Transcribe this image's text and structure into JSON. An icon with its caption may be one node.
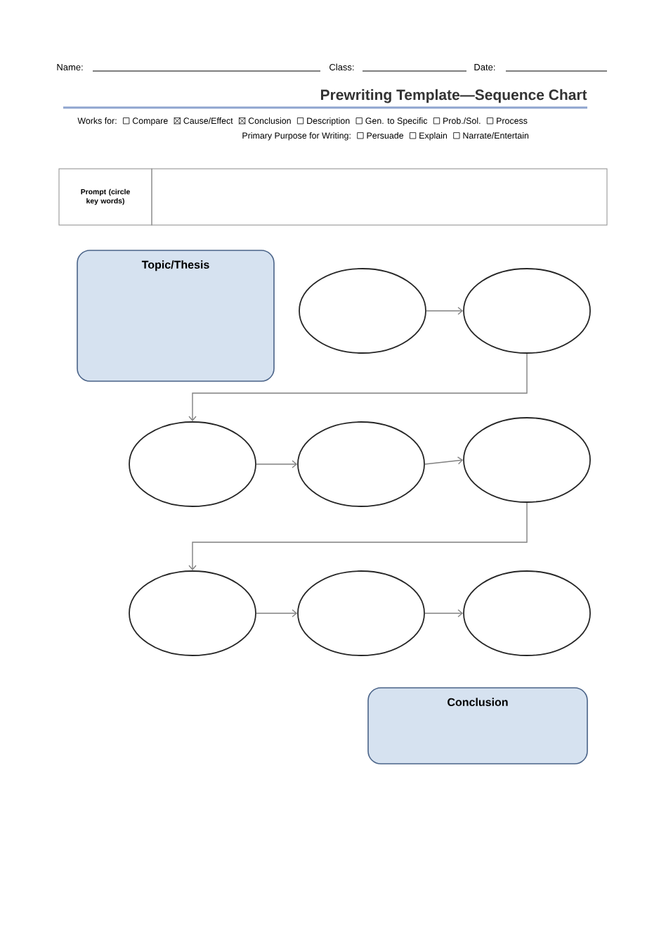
{
  "diagram": {
    "title": "Prewriting Template—Sequence Chart",
    "nodes": [
      {
        "text": [
          "Prompt (circle key words)"
        ]
      },
      {
        "text": [],
        "shape": "box"
      },
      {
        "text": [
          "Topic/Thesis"
        ]
      },
      {
        "text": [],
        "shape": "ellipse"
      },
      {
        "text": [],
        "shape": "ellipse"
      },
      {
        "text": [],
        "shape": "ellipse"
      },
      {
        "text": [],
        "shape": "ellipse"
      },
      {
        "text": [],
        "shape": "ellipse"
      },
      {
        "text": [],
        "shape": "ellipse"
      },
      {
        "text": [],
        "shape": "ellipse"
      },
      {
        "text": [],
        "shape": "ellipse"
      },
      {
        "text": [
          "Conclusion"
        ]
      }
    ],
    "edges": [
      {
        "from": 3,
        "to": 4,
        "arrow": "to"
      },
      {
        "from": 4,
        "to": 5,
        "arrow": "to"
      },
      {
        "from": 5,
        "to": 6,
        "arrow": "to"
      },
      {
        "from": 6,
        "to": 7,
        "arrow": "to"
      },
      {
        "from": 7,
        "to": 8,
        "arrow": "to"
      },
      {
        "from": 8,
        "to": 9,
        "arrow": "to"
      },
      {
        "from": 9,
        "to": 10,
        "arrow": "to"
      }
    ],
    "labels": [
      "Name:",
      "Class:",
      "Date:",
      "Works for:",
      "Compare",
      "Cause/Effect",
      "Conclusion",
      "Description",
      "Gen. to Specific",
      "Prob./Sol.",
      "Process",
      "Primary Purpose for Writing:",
      "Persuade",
      "Explain",
      "Narrate/Entertain"
    ]
  }
}
